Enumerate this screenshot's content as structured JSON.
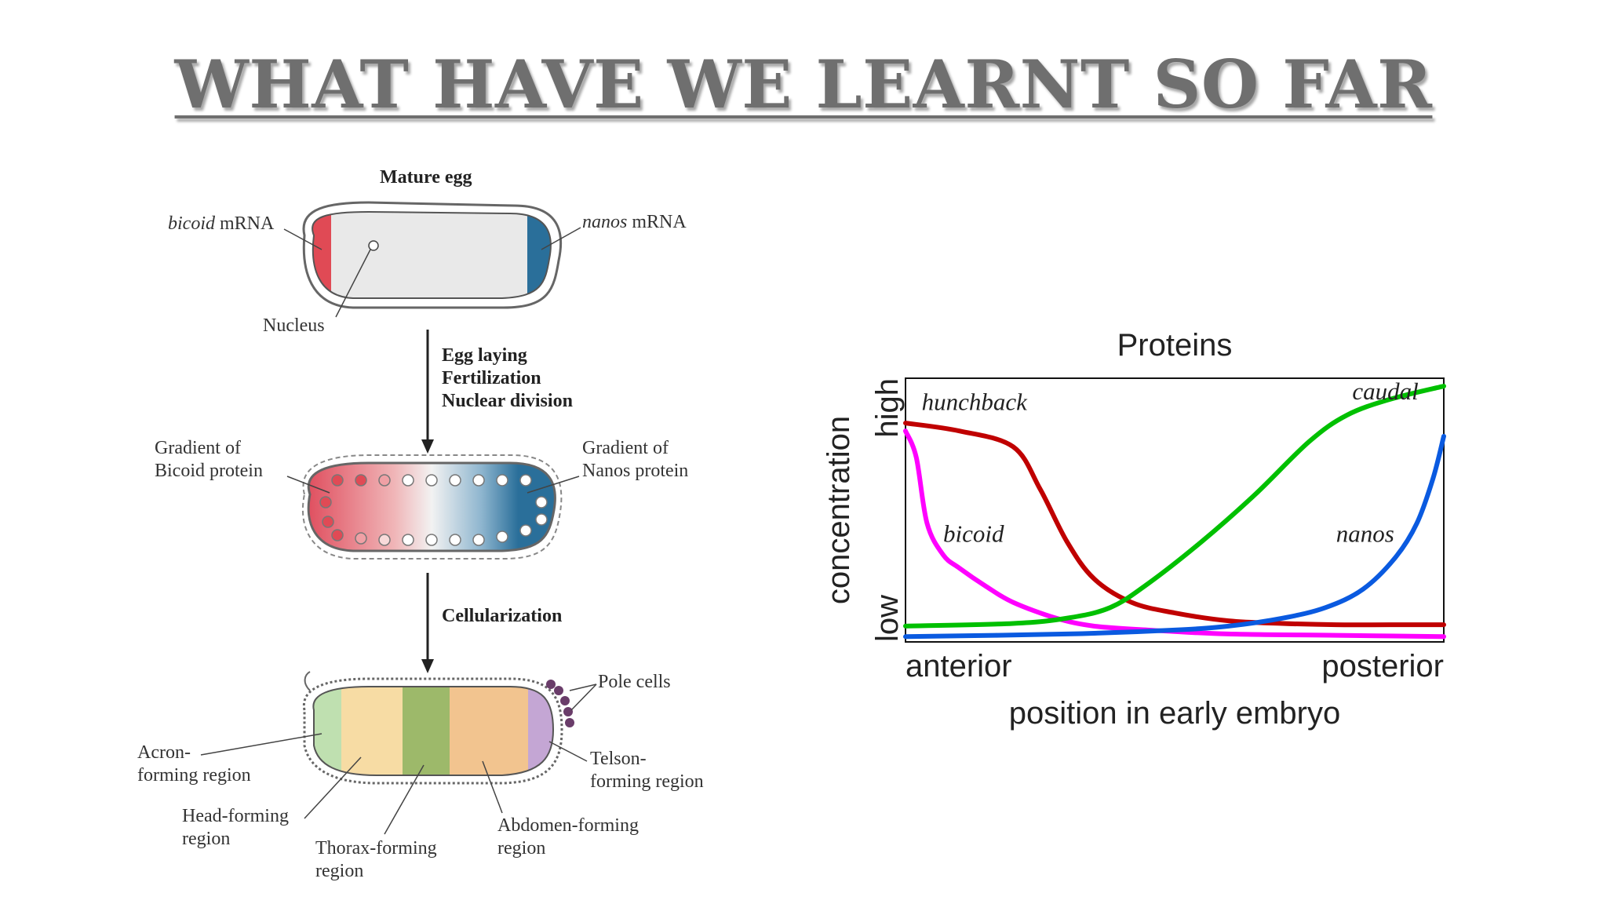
{
  "title": "WHAT HAVE WE LEARNT SO FAR",
  "diagram": {
    "mature_egg": "Mature egg",
    "bicoid_mrna_italic": "bicoid",
    "bicoid_mrna_rest": " mRNA",
    "nanos_mrna_italic": "nanos",
    "nanos_mrna_rest": " mRNA",
    "nucleus": "Nucleus",
    "step1": [
      "Egg laying",
      "Fertilization",
      "Nuclear division"
    ],
    "gradient_bicoid": [
      "Gradient of",
      "Bicoid protein"
    ],
    "gradient_nanos": [
      "Gradient of",
      "Nanos protein"
    ],
    "step2": "Cellularization",
    "pole_cells": "Pole cells",
    "acron": [
      "Acron-",
      "forming region"
    ],
    "telson": [
      "Telson-",
      "forming region"
    ],
    "head": [
      "Head-forming",
      "region"
    ],
    "thorax": [
      "Thorax-forming",
      "region"
    ],
    "abdomen": [
      "Abdomen-forming",
      "region"
    ],
    "colors": {
      "bicoid": "#e04a55",
      "nanos": "#2a6f9a"
    }
  },
  "chart_data": {
    "type": "line",
    "title": "Proteins",
    "xlabel": "position in early embryo",
    "ylabel": "concentration",
    "x_ticks": [
      "anterior",
      "posterior"
    ],
    "y_ticks": [
      "low",
      "high"
    ],
    "xlim": [
      0,
      1
    ],
    "ylim": [
      0,
      1
    ],
    "grid": false,
    "series": [
      {
        "name": "hunchback",
        "color": "#c00000",
        "x": [
          0,
          0.1,
          0.2,
          0.25,
          0.3,
          0.35,
          0.42,
          0.5,
          0.6,
          0.7,
          0.8,
          0.9,
          1.0
        ],
        "y": [
          0.83,
          0.8,
          0.74,
          0.58,
          0.38,
          0.24,
          0.15,
          0.11,
          0.08,
          0.07,
          0.065,
          0.065,
          0.065
        ]
      },
      {
        "name": "bicoid",
        "color": "#ff00ff",
        "x": [
          0,
          0.02,
          0.04,
          0.07,
          0.1,
          0.15,
          0.2,
          0.28,
          0.35,
          0.45,
          0.6,
          0.8,
          1.0
        ],
        "y": [
          0.8,
          0.7,
          0.45,
          0.33,
          0.28,
          0.21,
          0.15,
          0.09,
          0.06,
          0.045,
          0.03,
          0.025,
          0.02
        ]
      },
      {
        "name": "caudal",
        "color": "#00c000",
        "x": [
          0,
          0.2,
          0.3,
          0.38,
          0.45,
          0.55,
          0.65,
          0.75,
          0.82,
          0.9,
          1.0
        ],
        "y": [
          0.06,
          0.07,
          0.09,
          0.13,
          0.22,
          0.38,
          0.56,
          0.76,
          0.86,
          0.92,
          0.97
        ]
      },
      {
        "name": "nanos",
        "color": "#0a5ae0",
        "x": [
          0,
          0.3,
          0.5,
          0.6,
          0.7,
          0.78,
          0.85,
          0.91,
          0.95,
          0.98,
          1.0
        ],
        "y": [
          0.02,
          0.03,
          0.045,
          0.06,
          0.09,
          0.13,
          0.2,
          0.32,
          0.45,
          0.62,
          0.78
        ]
      }
    ],
    "series_label_positions": {
      "hunchback": [
        0.03,
        0.88
      ],
      "bicoid": [
        0.07,
        0.38
      ],
      "caudal": [
        0.83,
        0.92
      ],
      "nanos": [
        0.8,
        0.38
      ]
    }
  }
}
